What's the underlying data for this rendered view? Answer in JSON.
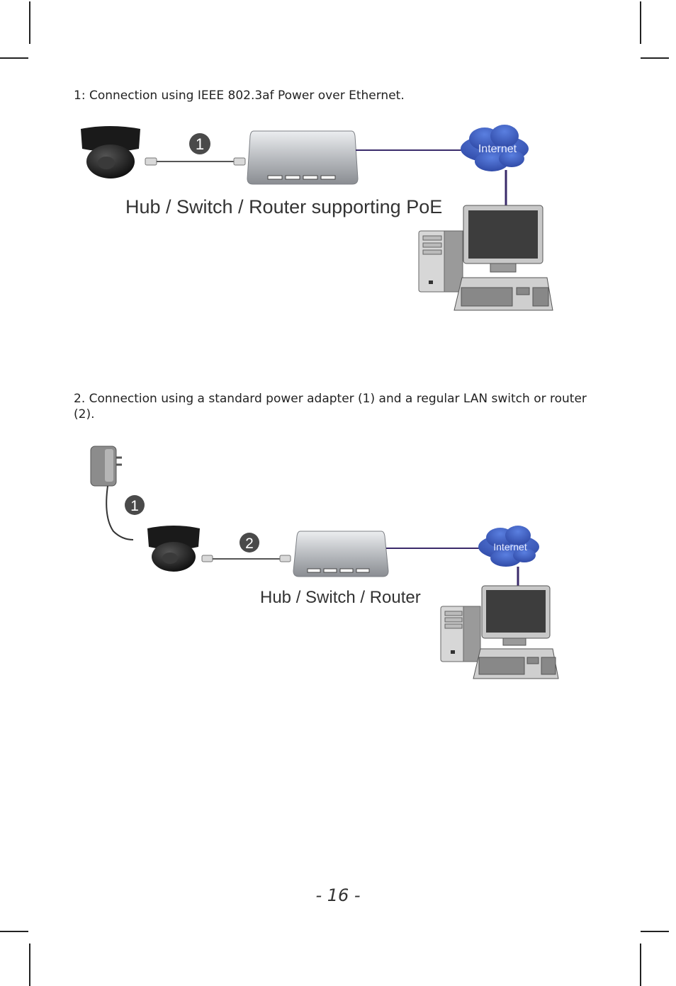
{
  "section1": {
    "caption": "1: Connection using IEEE 802.3af Power over Ethernet.",
    "device_label": "Hub / Switch / Router supporting PoE",
    "badge": "1",
    "cloud_label": "Internet"
  },
  "section2": {
    "caption": "2. Connection using a standard power adapter (1) and a regular LAN switch or router (2).",
    "device_label": "Hub / Switch / Router",
    "badge_adapter": "1",
    "badge_switch": "2",
    "cloud_label": "Internet"
  },
  "footer": {
    "page_number": "- 16 -"
  },
  "colors": {
    "link_line": "#3a2a6a",
    "cloud": "#3a5bbf",
    "badge": "#444444"
  }
}
